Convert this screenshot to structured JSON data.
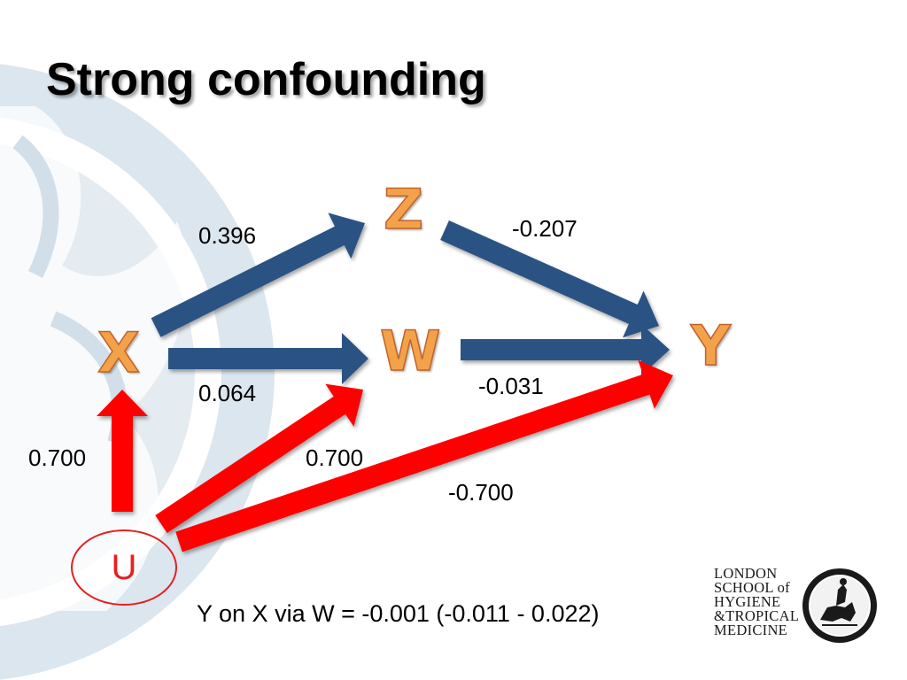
{
  "slide": {
    "title": "Strong confounding",
    "caption": "Y on X via W = -0.001 (-0.011 - 0.022)"
  },
  "colors": {
    "blue_arrow": "#2b5283",
    "red_arrow": "#ff0000",
    "node_fill": "#f3a24a",
    "node_outline": "#c0632b",
    "u_circle": "#e81e1e"
  },
  "nodes": {
    "x": "X",
    "z": "Z",
    "w": "W",
    "y": "Y",
    "u": "U"
  },
  "edges": [
    {
      "from": "X",
      "to": "Z",
      "weight": "0.396",
      "color": "blue"
    },
    {
      "from": "Z",
      "to": "Y",
      "weight": "-0.207",
      "color": "blue"
    },
    {
      "from": "X",
      "to": "W",
      "weight": "0.064",
      "color": "blue"
    },
    {
      "from": "W",
      "to": "Y",
      "weight": "-0.031",
      "color": "blue"
    },
    {
      "from": "U",
      "to": "X",
      "weight": "0.700",
      "color": "red"
    },
    {
      "from": "U",
      "to": "W",
      "weight": "0.700",
      "color": "red"
    },
    {
      "from": "U",
      "to": "Y",
      "weight": "-0.700",
      "color": "red"
    }
  ],
  "logo": {
    "lines": [
      "LONDON",
      "SCHOOL of",
      "HYGIENE",
      "&TROPICAL",
      "MEDICINE"
    ],
    "seal_icon": "lshtm-seal-icon"
  },
  "watermark_icon": "lshtm-seal-watermark-icon"
}
